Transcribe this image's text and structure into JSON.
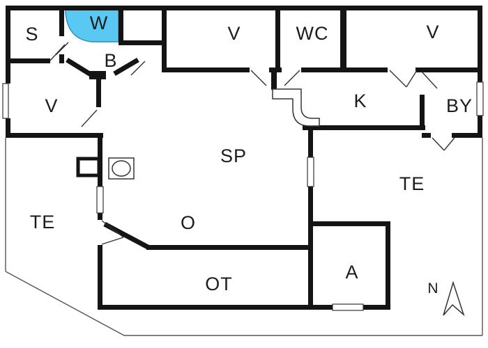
{
  "plan": {
    "type": "house-floor-plan",
    "rooms": {
      "s": "S",
      "w": "W",
      "b": "B",
      "v_left": "V",
      "v_mid": "V",
      "wc": "WC",
      "v_right": "V",
      "k": "K",
      "by": "BY",
      "sp": "SP",
      "te_left": "TE",
      "te_right": "TE",
      "o": "O",
      "ot": "OT",
      "a": "A"
    },
    "compass": {
      "label": "N"
    },
    "colors": {
      "wall": "#141414",
      "water_highlight": "#59c8f3",
      "line": "#333333",
      "background": "#ffffff"
    }
  }
}
